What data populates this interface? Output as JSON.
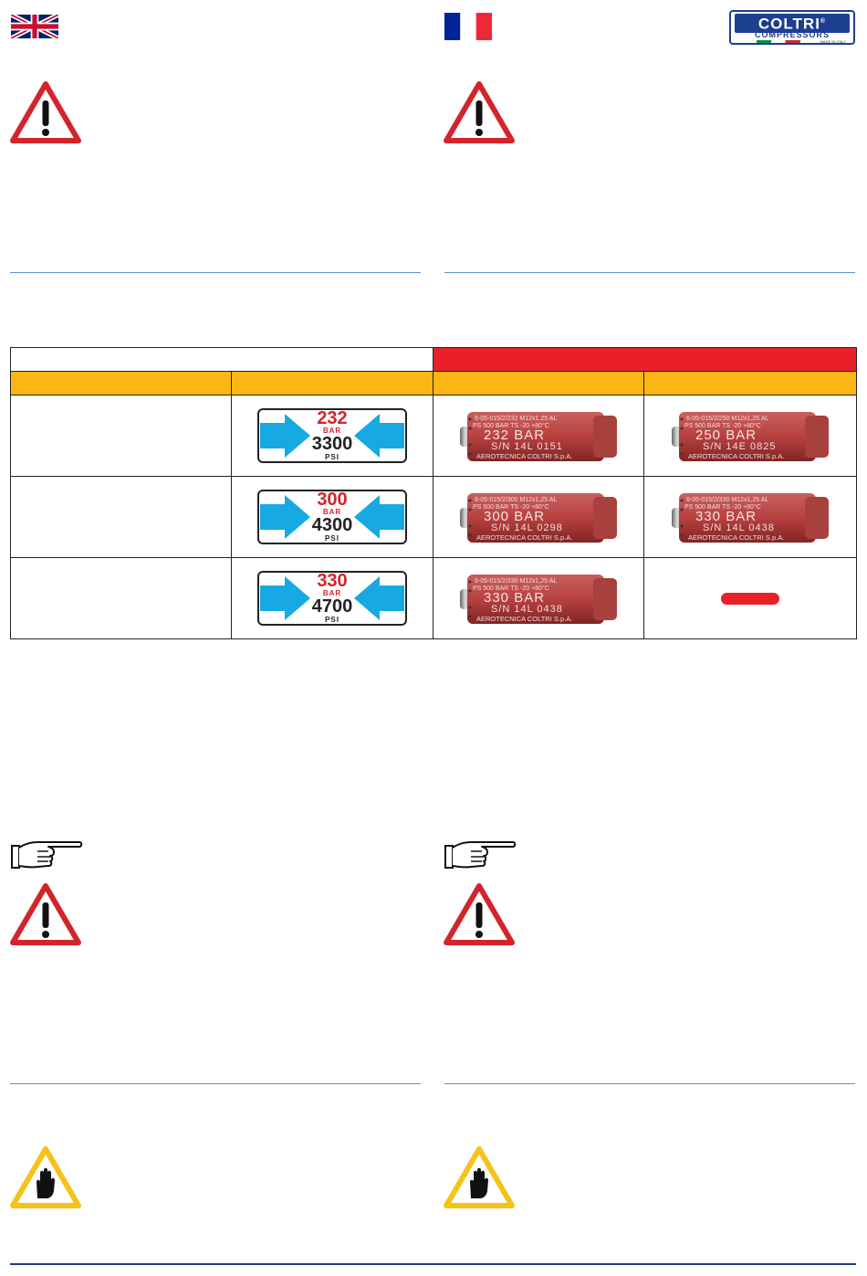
{
  "logo": {
    "brand": "COLTRI",
    "tagline": "COMPRESSORS",
    "made_in": "MADE IN ITALY",
    "registered": "®"
  },
  "flags": {
    "left": "uk-flag-icon",
    "right": "france-flag-icon"
  },
  "icons": {
    "warning": "warning-triangle-icon",
    "pointing_hand": "pointing-hand-icon",
    "stop_hand": "stop-hand-icon"
  },
  "table": {
    "rows": [
      {
        "bar": "232",
        "psi": "3300",
        "bar_label": "BAR",
        "psi_label": "PSI",
        "disks": [
          {
            "code": "6-05-015/2/232 M12x1,25 AL",
            "spec": "PS 500 BAR   TS -20 +80°C",
            "rating": "232 BAR",
            "serial": "S/N 14L 0151",
            "maker": "AEROTECNICA COLTRI S.p.A."
          },
          {
            "code": "6-05-015/2/250 M12x1,25 AL",
            "spec": "PS 500 BAR   TS -20 +80°C",
            "rating": "250 BAR",
            "serial": "S/N 14E 0825",
            "maker": "AEROTECNICA COLTRI S.p.A."
          }
        ]
      },
      {
        "bar": "300",
        "psi": "4300",
        "bar_label": "BAR",
        "psi_label": "PSI",
        "disks": [
          {
            "code": "6-05-015/2/300 M12x1,25 AL",
            "spec": "PS 500 BAR   TS -20 +80°C",
            "rating": "300 BAR",
            "serial": "S/N 14L 0298",
            "maker": "AEROTECNICA COLTRI S.p.A."
          },
          {
            "code": "6-05-015/2/330 M12x1,25 AL",
            "spec": "PS 500 BAR   TS -20 +80°C",
            "rating": "330 BAR",
            "serial": "S/N 14L 0438",
            "maker": "AEROTECNICA COLTRI S.p.A."
          }
        ]
      },
      {
        "bar": "330",
        "psi": "4700",
        "bar_label": "BAR",
        "psi_label": "PSI",
        "disks": [
          {
            "code": "6-05-015/2/330 M12x1,25 AL",
            "spec": "PS 500 BAR   TS -20 +80°C",
            "rating": "330 BAR",
            "serial": "S/N 14L 0438",
            "maker": "AEROTECNICA COLTRI S.p.A."
          }
        ]
      }
    ]
  },
  "colors": {
    "header_red": "#e8202a",
    "header_yellow": "#fbb515",
    "arrow_blue": "#17a9e1",
    "rule_blue": "#5b8fc7",
    "disk_red": "#b94a48"
  }
}
